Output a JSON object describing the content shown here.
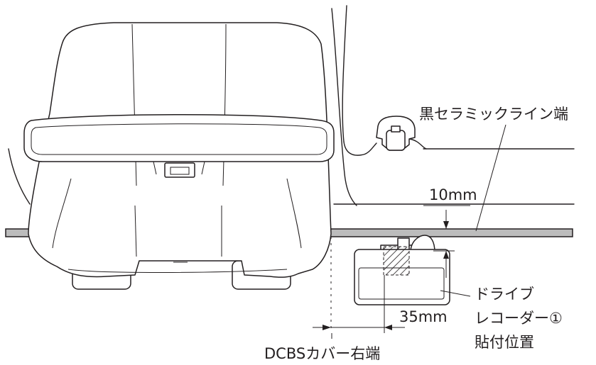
{
  "labels": {
    "ceramic_line_edge": "黒セラミックライン端",
    "offset_10mm": "10mm",
    "recorder_line1": "ドライブ",
    "recorder_line2": "レコーダー①",
    "recorder_line3": "貼付位置",
    "offset_35mm": "35mm",
    "dcbs_cover_edge": "DCBSカバー右端"
  },
  "colors": {
    "line": "#231f20",
    "ceramic_band": "#bcbcbc",
    "hatch": "#231f20"
  }
}
